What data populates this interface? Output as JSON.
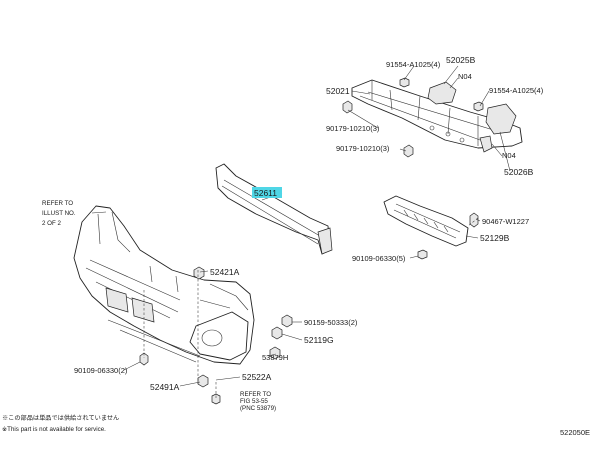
{
  "diagram_code": "522050E",
  "parts": {
    "p91554_top": "91554-A1025(4)",
    "p52025b_top": "52025B",
    "pn04_top": "N04",
    "p52021": "52021",
    "p91554_right": "91554-A1025(4)",
    "p90179_a": "90179-10210(3)",
    "p90179_b": "90179-10210(3)",
    "pn04_bot": "N04",
    "p52026b": "52026B",
    "p52611": "52611",
    "p90467": "90467-W1227",
    "p52129b": "52129B",
    "p90109_right": "90109-06330(5)",
    "p52421a": "52421A",
    "p90159": "90159-50333(2)",
    "p52119g": "52119G",
    "p53879h": "53879H",
    "p90109_left": "90109-06330(2)",
    "p52491a": "52491A",
    "p52522a": "52522A"
  },
  "refer_left": [
    "REFER TO",
    "ILLUST NO.",
    "2 OF 2"
  ],
  "refer_bottom": [
    "REFER TO",
    "FIG 53-55",
    "(PNC 53879)"
  ],
  "footnote": [
    "※この部品は単品では供給されていません",
    "※This part is not available for service."
  ]
}
